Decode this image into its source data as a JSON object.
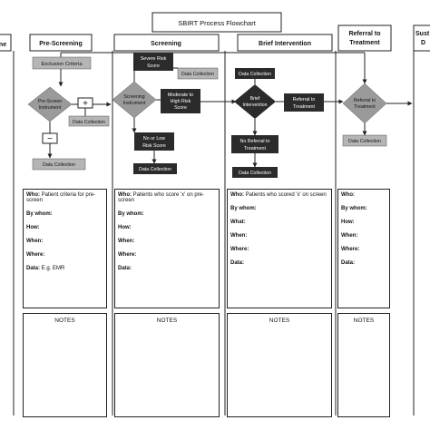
{
  "title": "SBIRT Process Flowchart",
  "columns": {
    "left_partial": "ne",
    "pre_screening": "Pre-Screening",
    "screening": "Screening",
    "brief_intervention": "Brief Intervention",
    "referral": [
      "Referral to",
      "Treatment"
    ],
    "right_partial": [
      "Sust",
      "D"
    ]
  },
  "nodes": {
    "exclusion_criteria": "Exclusion Criteria",
    "pre_screen_instrument": [
      "Pre-Screen",
      "Instrument"
    ],
    "plus_symbol": "+",
    "minus_symbol": "−",
    "data_collection": "Data Collection",
    "severe_risk": [
      "Severe Risk",
      "Score"
    ],
    "screening_instrument": [
      "Screening",
      "Instrument"
    ],
    "moderate_high": [
      "Moderate to",
      "High Risk",
      "Score"
    ],
    "no_low_risk": [
      "No or Low",
      "Risk Score"
    ],
    "brief_intervention": [
      "Brief",
      "Intervention"
    ],
    "referral_treatment_box": [
      "Referral to",
      "Treatment"
    ],
    "no_referral": [
      "No Referral to",
      "Treatment"
    ],
    "referral_treatment_diamond": [
      "Referral to",
      "Treatment"
    ]
  },
  "cards": [
    {
      "who_label": "Who:",
      "who_value": " Patient criteria for pre-screen",
      "by_whom": "By whom:",
      "how": "How:",
      "when": "When:",
      "where": "Where:",
      "data_label": "Data:",
      "data_value": " E.g. EMR"
    },
    {
      "who_label": "Who:",
      "who_value": " Patients who score 'x' on pre-screen",
      "by_whom": "By whom:",
      "how": "How:",
      "when": "When:",
      "where": "Where:",
      "data_label": "Data:",
      "data_value": ""
    },
    {
      "who_label": "Who:",
      "who_value": " Patients who scored 'x' on screen",
      "by_whom": "By whom:",
      "how": "What:",
      "when": "When:",
      "where": "Where:",
      "data_label": "Data:",
      "data_value": ""
    },
    {
      "who_label": "Who:",
      "who_value": "",
      "by_whom": "By whom:",
      "how": "How:",
      "when": "When:",
      "where": "Where:",
      "data_label": "Data:",
      "data_value": ""
    }
  ],
  "notes_label": "NOTES",
  "colors": {
    "dark_box": "#2b2b2b",
    "gray_box": "#b5b5b5",
    "diamond_gray": "#9a9a9a",
    "line": "#222222"
  }
}
